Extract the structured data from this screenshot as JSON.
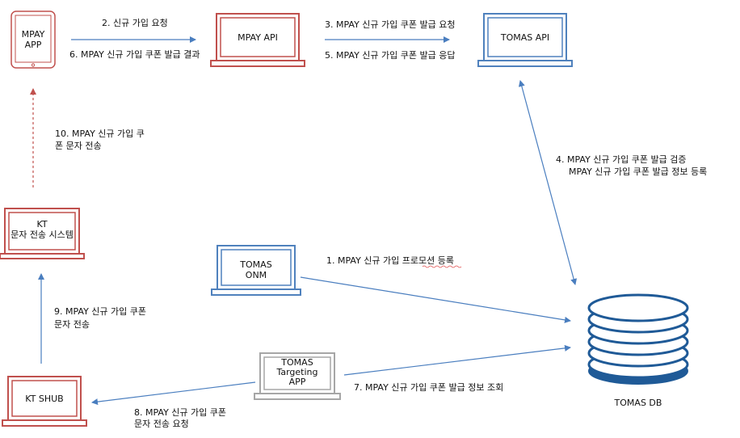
{
  "nodes": {
    "mpay_app": "MPAY\nAPP",
    "mpay_api": "MPAY API",
    "tomas_api": "TOMAS API",
    "kt_sms": "KT\n문자 전송 시스템",
    "tomas_onm": "TOMAS\nONM",
    "tomas_targeting": "TOMAS\nTargeting\nAPP",
    "kt_shub": "KT SHUB",
    "tomas_db": "TOMAS DB"
  },
  "steps": {
    "s1": "1. MPAY 신규 가입 프로모션 등록",
    "s2": "2. 신규 가입 요청",
    "s3": "3. MPAY 신규 가입 쿠폰 발급 요청",
    "s4a": "4. MPAY 신규 가입 쿠폰 발급 검증",
    "s4b": "MPAY 신규 가입 쿠폰 발급 정보 등록",
    "s5": "5. MPAY 신규 가입 쿠폰 발급 응답",
    "s6": "6. MPAY 신규 가입 쿠폰 발급 결과",
    "s7": "7. MPAY 신규 가입 쿠폰 발급 정보 조회",
    "s8a": "8. MPAY 신규 가입 쿠폰",
    "s8b": "문자 전송 요청",
    "s9a": "9. MPAY 신규 가입 쿠폰",
    "s9b": "문자 전송",
    "s10a": "10. MPAY 신규 가입 쿠",
    "s10b": "폰 문자 전송"
  },
  "colors": {
    "red": "#c0504d",
    "blue": "#4f81bd",
    "gray": "#a6a6a6",
    "db_fill": "#1f5a97",
    "arrow": "#4a7ebf"
  }
}
